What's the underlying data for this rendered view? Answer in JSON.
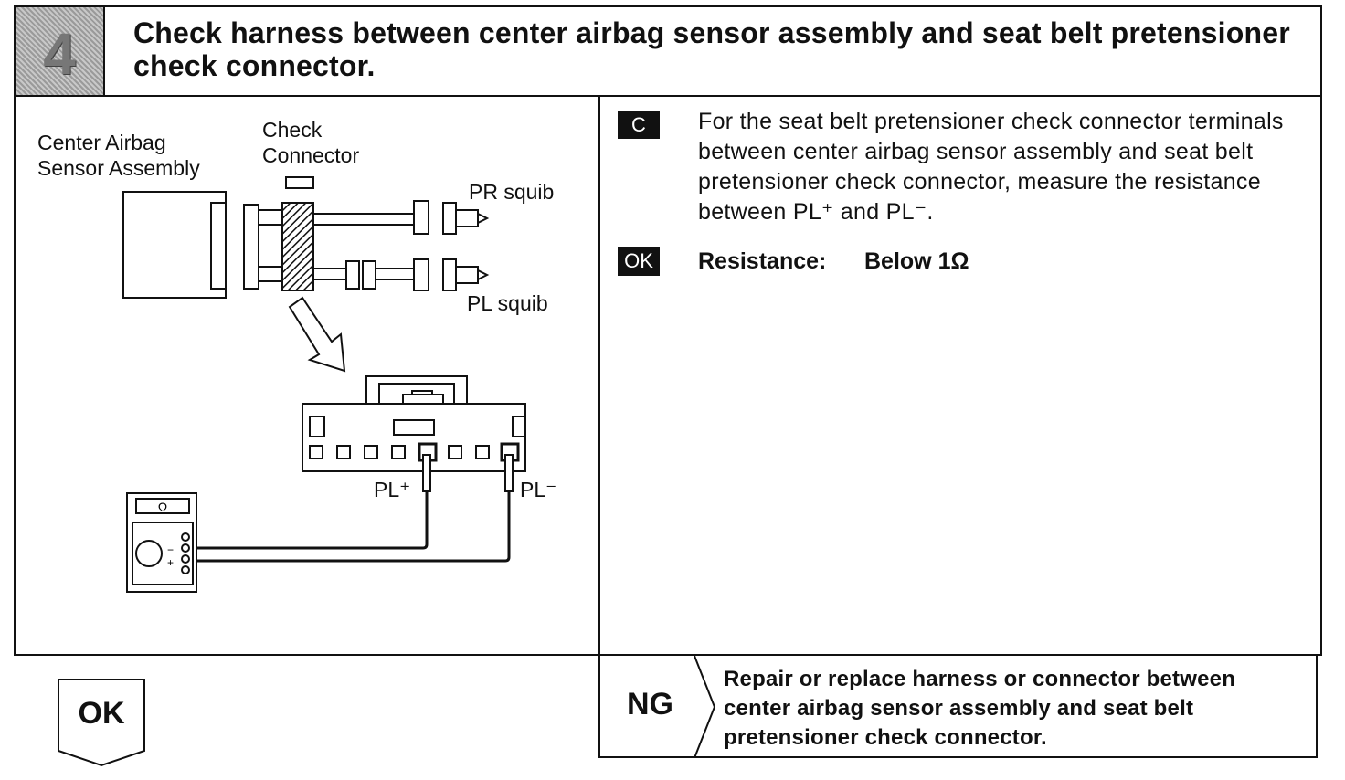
{
  "step": {
    "number": "4",
    "title": "Check harness between center airbag sensor assembly and seat belt pretensioner check connector."
  },
  "diagram": {
    "label_sensor_line1": "Center Airbag",
    "label_sensor_line2": "Sensor Assembly",
    "label_check_line1": "Check",
    "label_check_line2": "Connector",
    "label_pr_squib": "PR squib",
    "label_pl_squib": "PL squib",
    "label_pl_plus": "PL⁺",
    "label_pl_minus": "PL⁻",
    "meter_unit": "Ω"
  },
  "instruction": {
    "tag": "C",
    "text": "For the seat belt pretensioner check connector terminals between center airbag sensor assembly and seat belt pretensioner check connector, measure the resistance between PL⁺ and PL⁻."
  },
  "result": {
    "tag": "OK",
    "label": "Resistance:",
    "value": "Below 1Ω"
  },
  "ng": {
    "label": "NG",
    "text": "Repair or replace harness or connector between center airbag sensor assembly and seat belt pretensioner check connector."
  },
  "ok": {
    "label": "OK"
  }
}
